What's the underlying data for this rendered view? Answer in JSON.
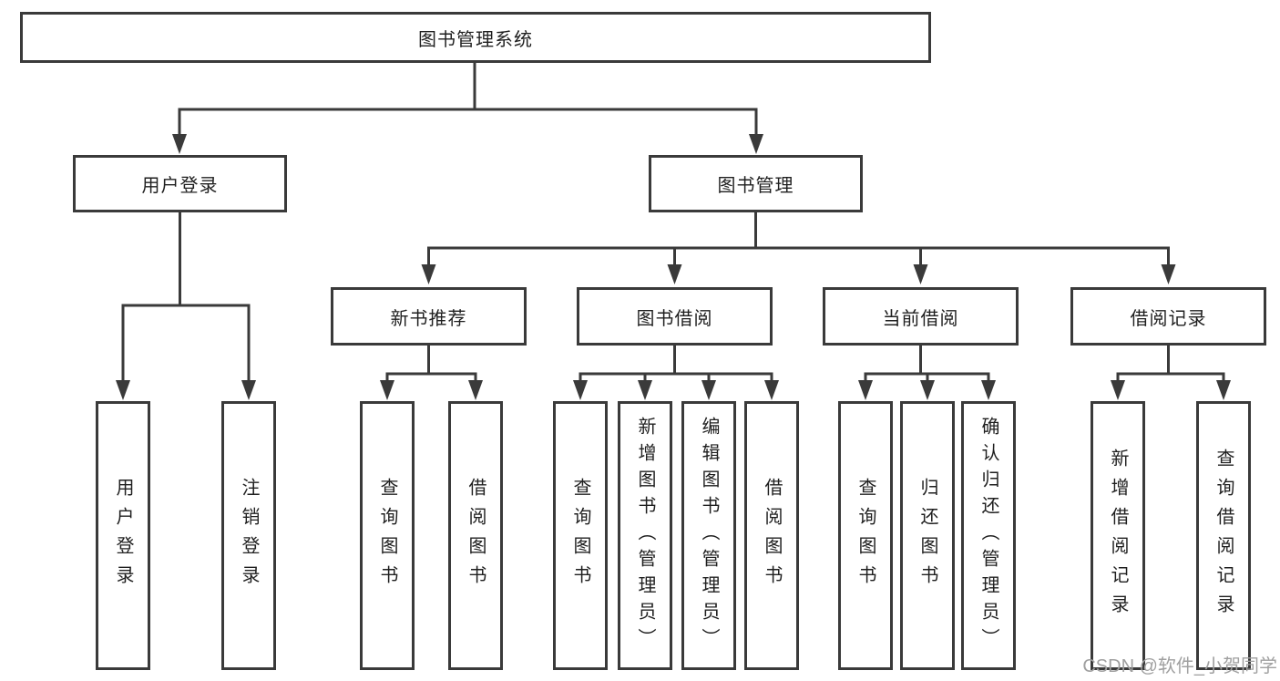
{
  "diagram": {
    "root": "图书管理系统",
    "branches": {
      "user": {
        "label": "用户登录",
        "children": [
          "用户登录",
          "注销登录"
        ]
      },
      "books": {
        "label": "图书管理",
        "sections": {
          "recommend": {
            "label": "新书推荐",
            "children": [
              "查询图书",
              "借阅图书"
            ]
          },
          "borrow": {
            "label": "图书借阅",
            "children": [
              "查询图书",
              "新增图书（管理员）",
              "编辑图书（管理员）",
              "借阅图书"
            ]
          },
          "current": {
            "label": "当前借阅",
            "children": [
              "查询图书",
              "归还图书",
              "确认归还（管理员）"
            ]
          },
          "records": {
            "label": "借阅记录",
            "children": [
              "新增借阅记录",
              "查询借阅记录"
            ]
          }
        }
      }
    }
  },
  "watermark": "CSDN @软件_小贺同学",
  "colors": {
    "line": "#3a3a3a",
    "text": "#1f1f1f",
    "watermark": "#a0a0a0",
    "background": "#ffffff"
  }
}
